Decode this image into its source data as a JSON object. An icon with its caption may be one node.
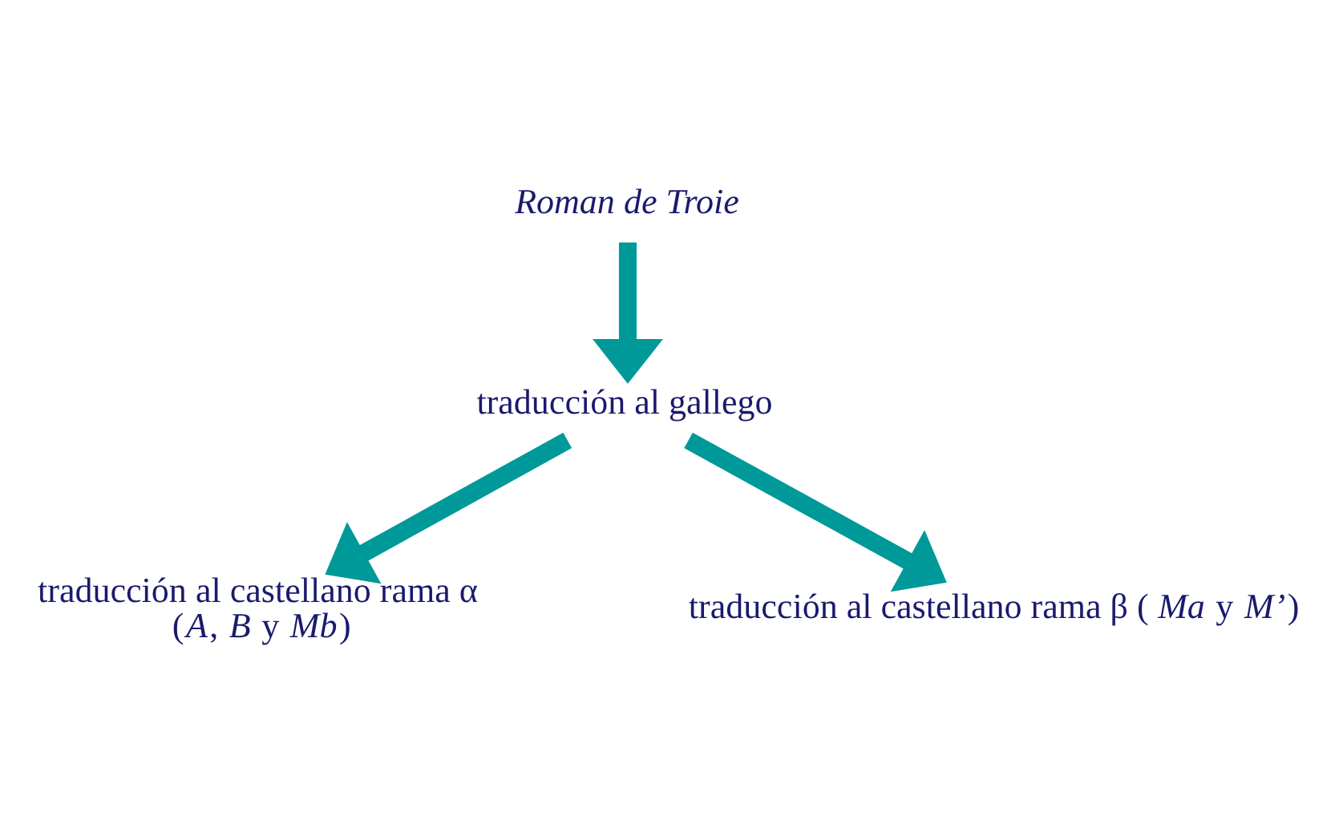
{
  "diagram": {
    "nodes": [
      {
        "text": [
          "Roman de Troie"
        ]
      },
      {
        "text": [
          "traducción al gallego"
        ]
      },
      {
        "text": [
          "traducción al castellano rama α (*A*, *B* y *Mb*)"
        ]
      },
      {
        "text": [
          "traducción al castellano rama β (*Ma* y *M’*)"
        ]
      }
    ],
    "edges": [
      {
        "from": 0,
        "to": 1,
        "arrow": "to"
      },
      {
        "from": 1,
        "to": 2,
        "arrow": "to"
      },
      {
        "from": 1,
        "to": 3,
        "arrow": "to"
      }
    ]
  }
}
